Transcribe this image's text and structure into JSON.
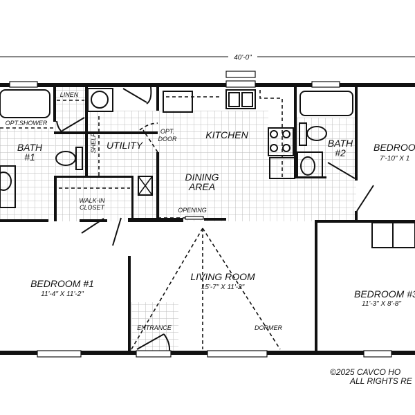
{
  "plan": {
    "overall_width": "40'-0\"",
    "colors": {
      "wall": "#111111",
      "grid": "#bdbdbd",
      "background": "#ffffff"
    },
    "rooms": {
      "bath1": {
        "name": "BATH",
        "number": "#1"
      },
      "linen": "LINEN",
      "opt_shower": "OPT.SHOWER",
      "shelf": "SHELF",
      "utility": "UTILITY",
      "opt_door": {
        "line1": "OPT.",
        "line2": "DOOR"
      },
      "kitchen": "KITCHEN",
      "dining": {
        "line1": "DINING",
        "line2": "AREA"
      },
      "walk_in_closet": {
        "line1": "WALK-IN",
        "line2": "CLOSET"
      },
      "opening": "OPENING",
      "bath2": {
        "name": "BATH",
        "number": "#2"
      },
      "bedroom2": {
        "name": "BEDROO",
        "size": "7'-10\" X 1"
      },
      "bedroom1": {
        "name": "BEDROOM #1",
        "size": "11'-4\" X 11'-2\""
      },
      "living_room": {
        "name": "LIVING ROOM",
        "size": "15'-7\" X 11'-2\""
      },
      "bedroom3": {
        "name": "BEDROOM #3",
        "size": "11'-3\" X 8'-8\""
      },
      "entrance": "ENTRANCE",
      "dormer": "DORMER"
    },
    "copyright": {
      "line1": "©2025 CAVCO HO",
      "line2": "ALL RIGHTS RE"
    }
  }
}
